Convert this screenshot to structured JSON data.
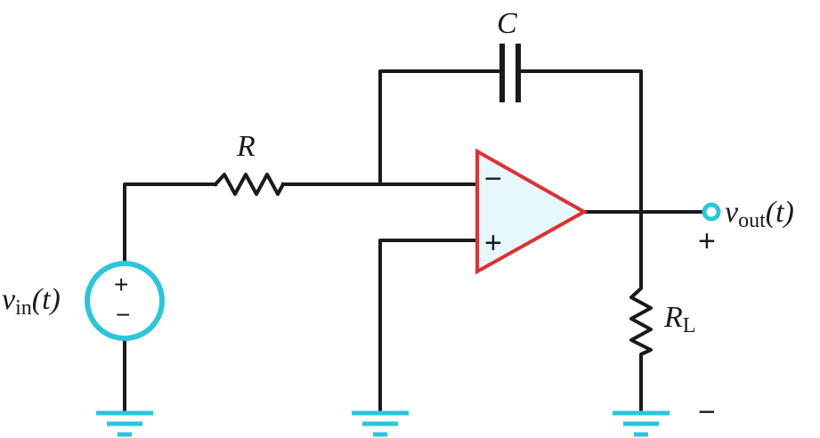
{
  "labels": {
    "resistor": "R",
    "capacitor": "C",
    "load_symbol": "R",
    "load_sub": "L",
    "vin_symbol": "v",
    "vin_sub": "in",
    "vin_arg": "(t)",
    "vout_symbol": "v",
    "vout_sub": "out",
    "vout_arg": "(t)",
    "opamp_minus": "−",
    "opamp_plus": "+",
    "source_plus": "+",
    "source_minus": "−",
    "vout_plus": "+",
    "vout_minus": "−"
  },
  "colors": {
    "wire": "#1a1a1a",
    "opamp_outline": "#e03030",
    "opamp_fill": "#e6f8fb",
    "source_ring": "#29c6dc",
    "ground": "#29c6dc",
    "terminal": "#29c6dc"
  }
}
